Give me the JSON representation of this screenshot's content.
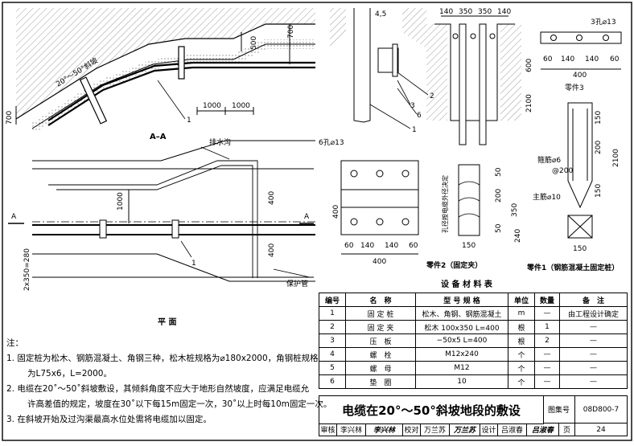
{
  "section": {
    "title": "A–A",
    "label_slope": "20°～50°斜坡"
  },
  "plan": {
    "title": "平 面",
    "label_drain": "排水沟",
    "label_pipe": "保护管",
    "label_a": "A",
    "label_width": "2x350=280"
  },
  "dims": {
    "d700": "700",
    "d1000": "1000",
    "d500": "500",
    "d400": "400",
    "d600": "600",
    "d45": "4,5",
    "d140": "140",
    "d350": "350",
    "d60": "60",
    "d2100": "2100",
    "d150": "150",
    "d200": "200",
    "d240": "240",
    "d50": "50"
  },
  "callouts": {
    "c1": "1",
    "c2": "2",
    "c3": "3",
    "c6": "6"
  },
  "parts": {
    "holes6": "6孔⌀13",
    "holes3": "3孔⌀13",
    "part3": "零件3",
    "part2": "零件2（固定夹）",
    "part1": "零件1（钢筋混凝土固定桩）",
    "stirrup": "箍筋⌀6",
    "spacing": "@200",
    "mainbar": "主筋⌀10",
    "cable_note": "孔径按电缆外径决定"
  },
  "table": {
    "caption": "设 备 材 料 表",
    "headers": [
      "编号",
      "名　称",
      "型 号 规 格",
      "单位",
      "数量",
      "备　注"
    ],
    "rows": [
      [
        "1",
        "固 定 桩",
        "松木、角钢、钢筋混凝土",
        "m",
        "—",
        "由工程设计确定"
      ],
      [
        "2",
        "固 定 夹",
        "松木 100x350 L=400",
        "根",
        "1",
        "—"
      ],
      [
        "3",
        "压　板",
        "−50x5 L=400",
        "根",
        "2",
        "—"
      ],
      [
        "4",
        "螺　栓",
        "M12x240",
        "个",
        "—",
        "—"
      ],
      [
        "5",
        "螺　母",
        "M12",
        "个",
        "—",
        "—"
      ],
      [
        "6",
        "垫　圈",
        "10",
        "个",
        "—",
        "—"
      ]
    ]
  },
  "notes": {
    "head": "注：",
    "n1a": "1. 固定桩为松木、钢筋混凝土、角钢三种，松木桩规格为⌀180x2000，角钢桩规格",
    "n1b": "为L75x6，L=2000。",
    "n2a": "2. 电缆在20˚～50˚斜坡敷设，其倾斜角度不应大于地形自然坡度，应满足电缆允",
    "n2b": "许高差值的规定，坡度在30˚以下每15m固定一次，30˚以上时每10m固定一次。",
    "n3": "3. 在斜坡开始及过沟渠最高水位处需将电缆加以固定。"
  },
  "titleblock": {
    "title": "电缆在20°～50°斜坡地段的敷设",
    "atlas_label": "图集号",
    "atlas_no": "08D800-7",
    "review_label": "审核",
    "review_name": "李兴林",
    "check_label": "校对",
    "check_name": "万兰苏",
    "design_label": "设计",
    "design_name": "吕淑春",
    "page_label": "页",
    "page_no": "24"
  }
}
